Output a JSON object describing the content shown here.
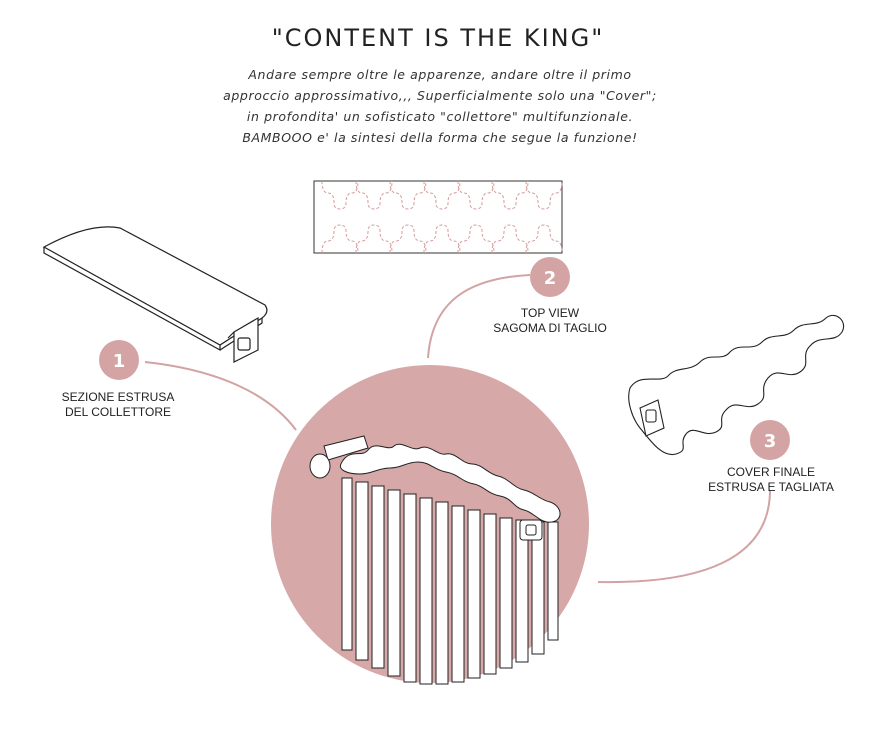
{
  "header": {
    "title": "\"CONTENT IS THE KING\"",
    "intro_lines": [
      "Andare sempre oltre le apparenze, andare oltre il primo",
      "approccio approssimativo,,, Superficialmente solo una \"Cover\";",
      "in profondita' un sofisticato \"collettore\" multifunzionale.",
      "BAMBOOO e' la sintesi della forma che segue la funzione!"
    ]
  },
  "steps": [
    {
      "number": "1",
      "line1": "SEZIONE ESTRUSA",
      "line2": "DEL COLLETTORE"
    },
    {
      "number": "2",
      "line1": "TOP VIEW",
      "line2": "SAGOMA DI TAGLIO"
    },
    {
      "number": "3",
      "line1": "COVER FINALE",
      "line2": "ESTRUSA E TAGLIATA"
    }
  ],
  "colors": {
    "accent": "#d6a8a8",
    "badge": "#d4a3a3",
    "connector": "#d3a3a3",
    "ink": "#222222",
    "dash": "#d49a9a"
  },
  "icons": {
    "extrusion": "extruded-profile-icon",
    "topview": "cut-template-icon",
    "cover": "wavy-cover-icon",
    "radiator": "radiator-icon"
  }
}
